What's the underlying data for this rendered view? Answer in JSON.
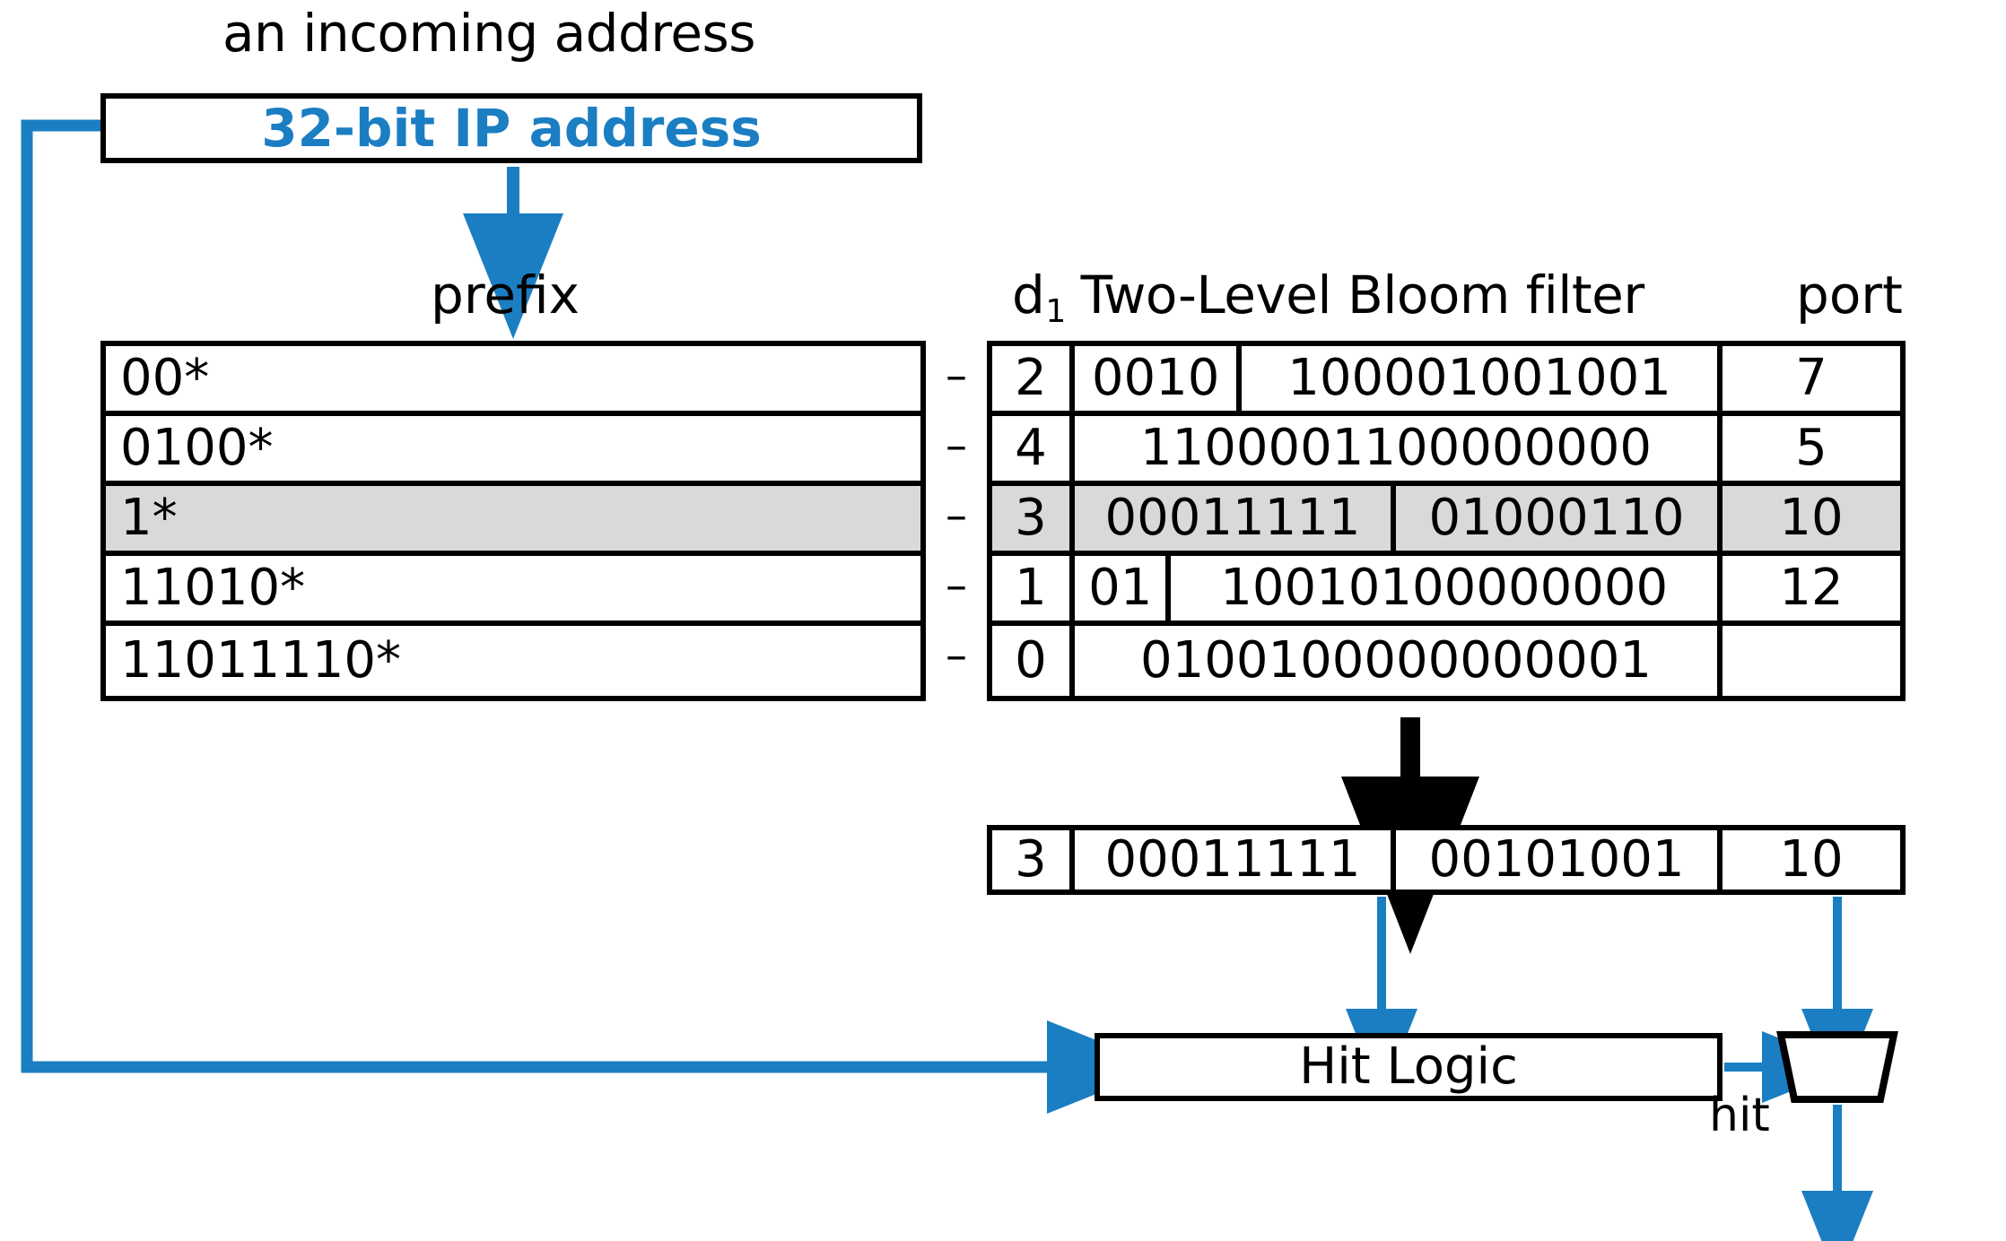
{
  "figure": {
    "caption_incoming": "an incoming address",
    "ip_box_label": "32-bit IP address",
    "prefix_header": "prefix",
    "bloom_header_prefix": "d",
    "bloom_header_sub": "1",
    "bloom_header_rest": " Two-Level Bloom filter",
    "port_header": "port",
    "hit_logic_label": "Hit Logic",
    "hit_label": "hit",
    "dash": "–"
  },
  "colors": {
    "accent_blue": "#1b7ec2",
    "highlight_gray": "#d9d9d9",
    "line_black": "#000000",
    "background": "#ffffff"
  },
  "table": {
    "rows": [
      {
        "prefix": "00*",
        "dash": "–",
        "d1": "2",
        "bits_segments": [
          "0010",
          "100001001001"
        ],
        "segment_widths": [
          26,
          74
        ],
        "port": "7",
        "highlighted": false
      },
      {
        "prefix": "0100*",
        "dash": "–",
        "d1": "4",
        "bits_segments": [
          "1100001100000000"
        ],
        "segment_widths": [
          100
        ],
        "port": "5",
        "highlighted": false
      },
      {
        "prefix": "1*",
        "dash": "–",
        "d1": "3",
        "bits_segments": [
          "00011111",
          "01000110"
        ],
        "segment_widths": [
          50,
          50
        ],
        "port": "10",
        "highlighted": true
      },
      {
        "prefix": "11010*",
        "dash": "–",
        "d1": "1",
        "bits_segments": [
          "01",
          "10010100000000"
        ],
        "segment_widths": [
          15,
          85
        ],
        "port": "12",
        "highlighted": false
      },
      {
        "prefix": "11011110*",
        "dash": "–",
        "d1": "0",
        "bits_segments": [
          "0100100000000001"
        ],
        "segment_widths": [
          100
        ],
        "port": "",
        "highlighted": false
      }
    ]
  },
  "result_row": {
    "d1": "3",
    "bits_segments": [
      "00011111",
      "00101001"
    ],
    "segment_widths": [
      50,
      50
    ],
    "port": "10"
  },
  "chart_data": {
    "type": "table",
    "title": "Two-Level Bloom filter longest-prefix-match lookup",
    "columns": [
      "prefix",
      "d1",
      "Two-Level Bloom filter",
      "port"
    ],
    "rows": [
      [
        "00*",
        2,
        "0010 100001001001",
        7
      ],
      [
        "0100*",
        4,
        "1100001100000000",
        5
      ],
      [
        "1*",
        3,
        "00011111 01000110",
        10
      ],
      [
        "11010*",
        1,
        "01 10010100000000",
        12
      ],
      [
        "11011110*",
        0,
        "0100100000000001",
        null
      ]
    ],
    "selected_row_index": 2,
    "result": [
      "",
      3,
      "00011111 00101001",
      10
    ],
    "annotations": [
      "an incoming address",
      "32-bit IP address",
      "Hit Logic",
      "hit"
    ]
  }
}
